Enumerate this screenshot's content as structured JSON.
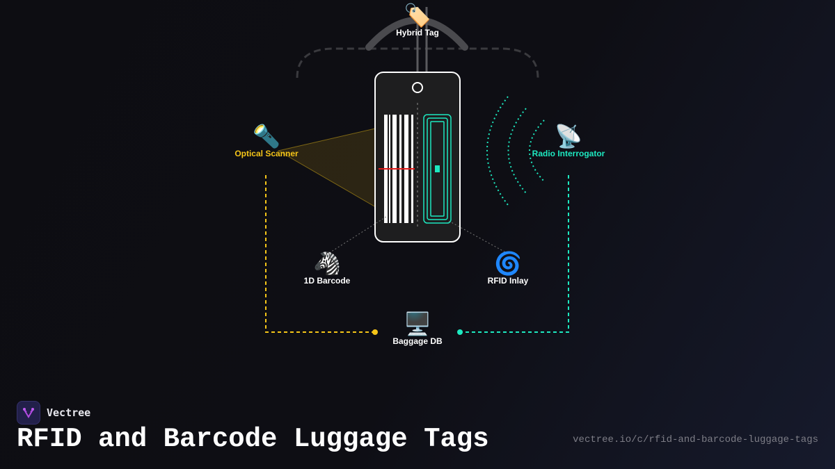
{
  "nodes": {
    "hybrid_tag": {
      "label": "Hybrid Tag",
      "icon": "🏷️"
    },
    "optical_scanner": {
      "label": "Optical Scanner",
      "icon": "🔦",
      "color": "#f5c518"
    },
    "radio_interrogator": {
      "label": "Radio Interrogator",
      "icon": "📡",
      "color": "#1de9c0"
    },
    "barcode": {
      "label": "1D Barcode",
      "icon": "🦓"
    },
    "rfid_inlay": {
      "label": "RFID Inlay",
      "icon": "🌀"
    },
    "baggage_db": {
      "label": "Baggage DB",
      "icon": "🖥️"
    }
  },
  "colors": {
    "optical": "#f5c518",
    "radio": "#1de9c0",
    "laser": "#e01a1a"
  },
  "brand": {
    "name": "Vectree"
  },
  "title": "RFID and Barcode Luggage Tags",
  "url": "vectree.io/c/rfid-and-barcode-luggage-tags"
}
